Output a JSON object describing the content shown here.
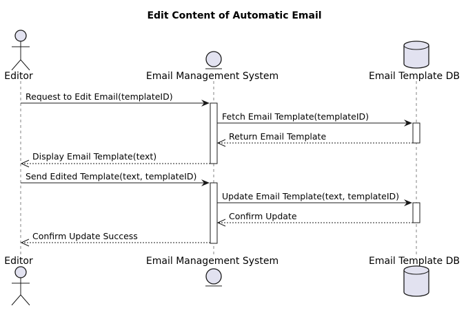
{
  "title": "Edit Content of Automatic Email",
  "participants": [
    {
      "id": "editor",
      "label": "Editor",
      "kind": "actor"
    },
    {
      "id": "ems",
      "label": "Email Management System",
      "kind": "entity"
    },
    {
      "id": "db",
      "label": "Email Template DB",
      "kind": "database"
    }
  ],
  "messages": [
    {
      "from": "editor",
      "to": "ems",
      "label": "Request to Edit Email(templateID)",
      "type": "sync"
    },
    {
      "from": "ems",
      "to": "db",
      "label": "Fetch Email Template(templateID)",
      "type": "sync"
    },
    {
      "from": "db",
      "to": "ems",
      "label": "Return Email Template",
      "type": "reply"
    },
    {
      "from": "ems",
      "to": "editor",
      "label": "Display Email Template(text)",
      "type": "reply"
    },
    {
      "from": "editor",
      "to": "ems",
      "label": "Send Edited Template(text, templateID)",
      "type": "sync"
    },
    {
      "from": "ems",
      "to": "db",
      "label": "Update Email Template(text, templateID)",
      "type": "sync"
    },
    {
      "from": "db",
      "to": "ems",
      "label": "Confirm Update",
      "type": "reply"
    },
    {
      "from": "ems",
      "to": "editor",
      "label": "Confirm Update Success",
      "type": "reply"
    }
  ],
  "colors": {
    "participant_fill": "#e2e2f0",
    "line": "#181818"
  }
}
